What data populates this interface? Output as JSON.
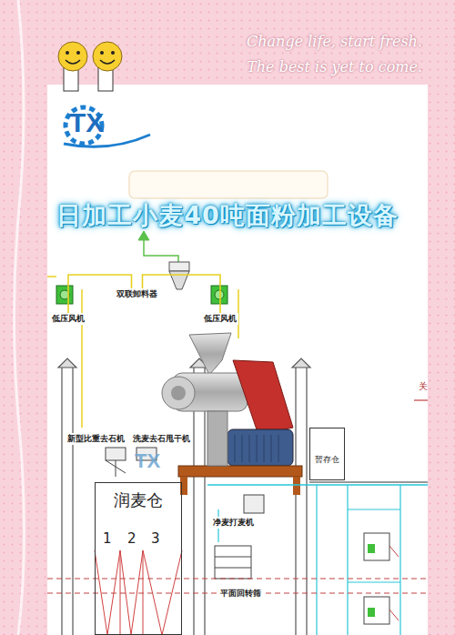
{
  "diagram": {
    "title": "日加工小麦40吨面粉加工设备",
    "nodes": [
      {
        "text": [
          "双联卸料器"
        ]
      },
      {
        "text": [
          "低压风机"
        ]
      },
      {
        "text": [
          "低压风机"
        ]
      },
      {
        "text": [
          "新型比重去石机"
        ]
      },
      {
        "text": [
          "洗麦去石甩干机"
        ]
      },
      {
        "text": [
          "润麦仓"
        ]
      },
      {
        "text": [
          "暂存仓"
        ]
      },
      {
        "text": [
          "净麦打麦机"
        ]
      },
      {
        "text": [
          "平面回转筛"
        ]
      }
    ],
    "edges": [
      {
        "from": 1,
        "to": 0,
        "arrow": "none"
      },
      {
        "from": 2,
        "to": 0,
        "arrow": "none"
      }
    ],
    "labels": [
      "Change life, start fresh.",
      "The best is yet to come.",
      "TX",
      "TX",
      "1",
      "2",
      "3",
      "关"
    ]
  }
}
